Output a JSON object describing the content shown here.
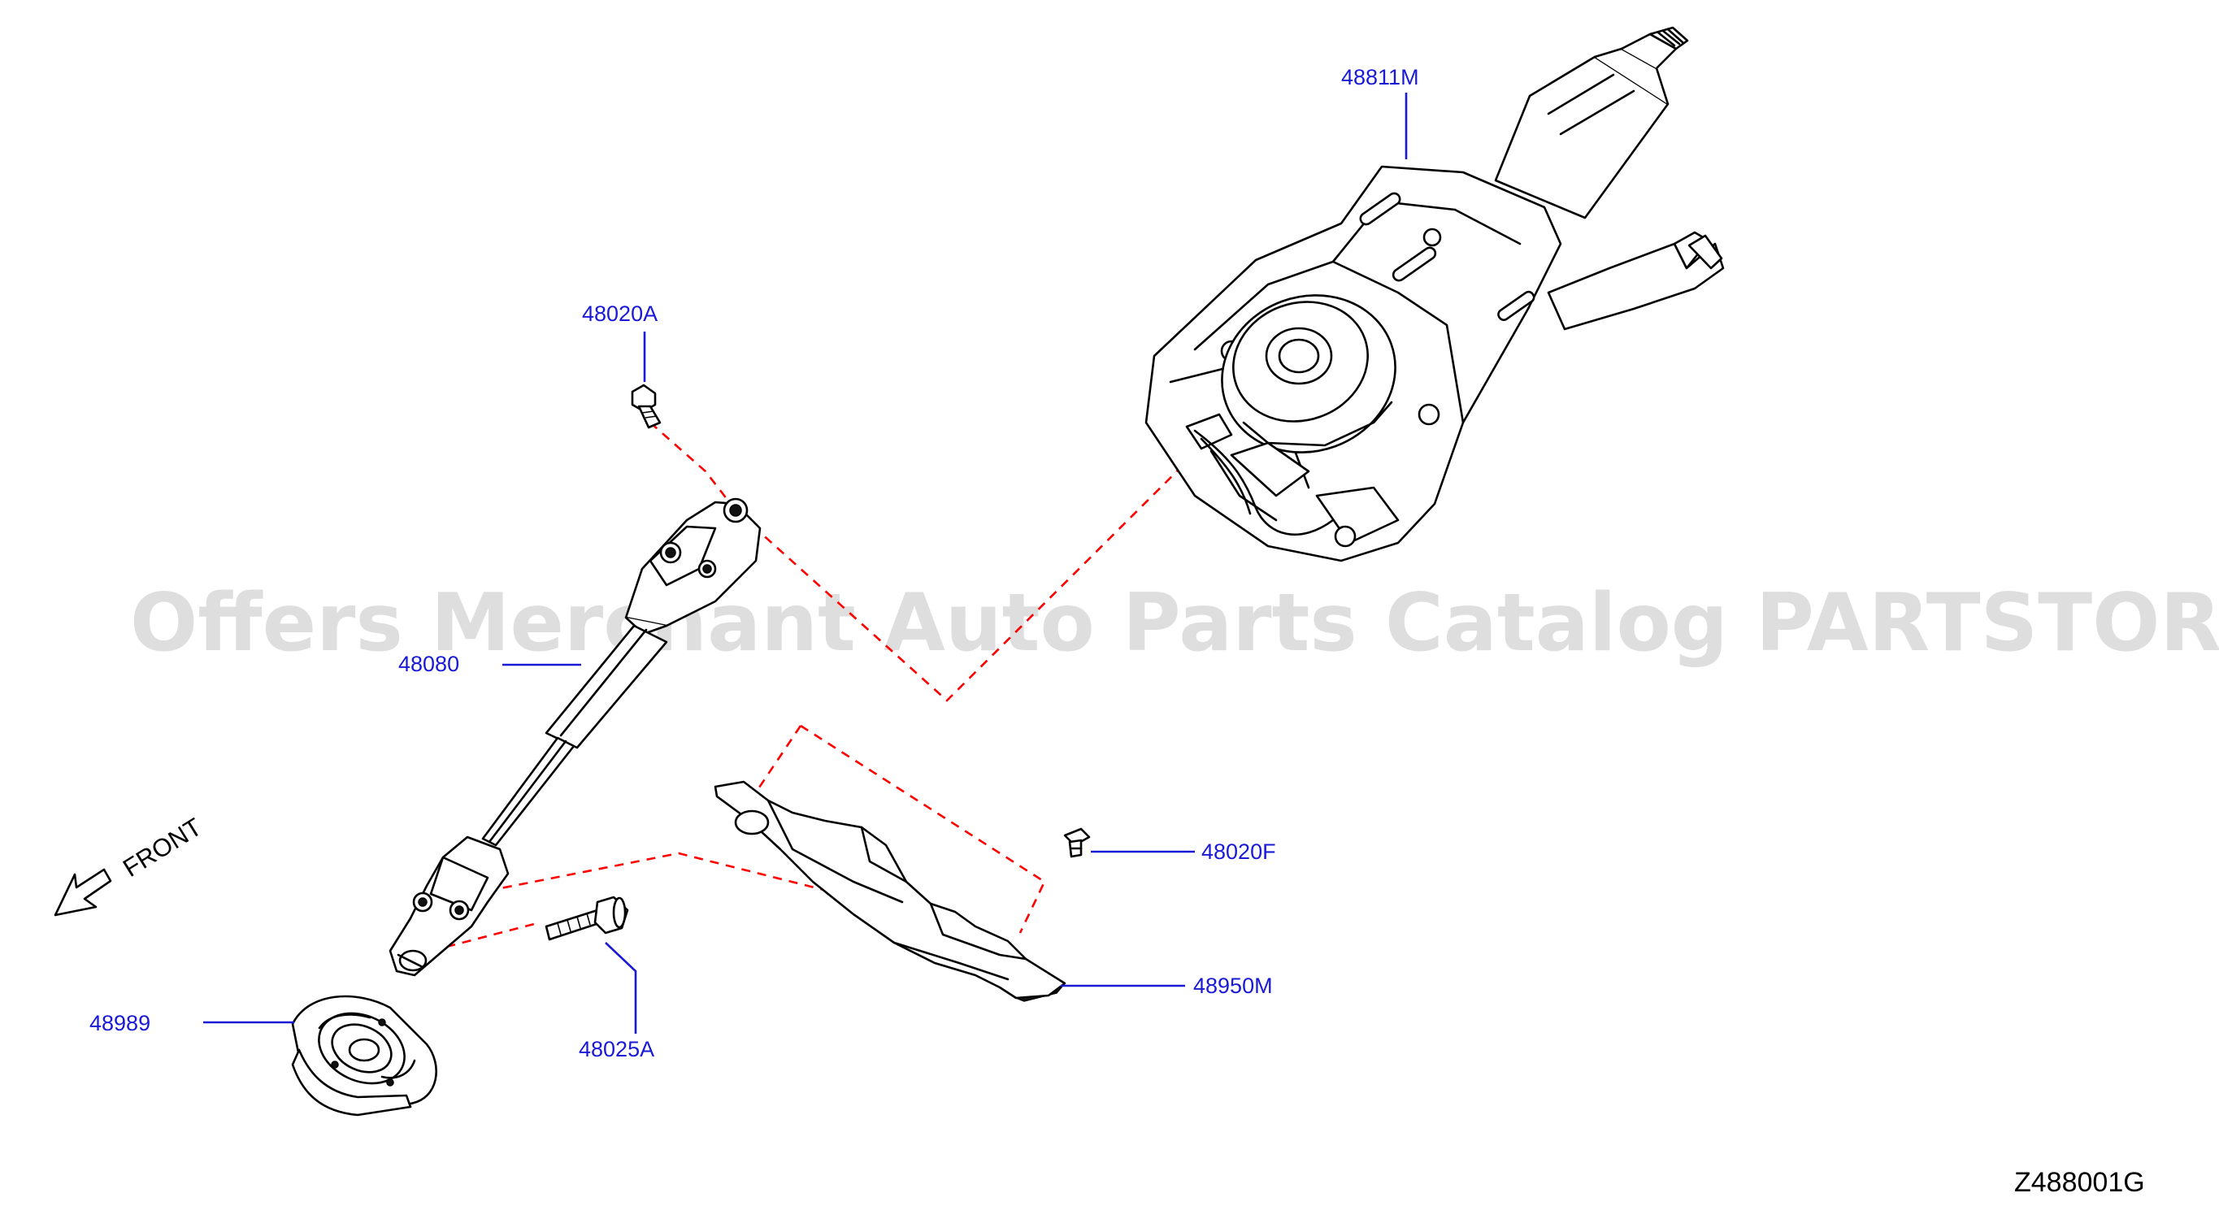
{
  "watermark": "Offers Merchant Auto Parts Catalog PARTSTORE.SA",
  "diagram_code": "Z488001G",
  "front_indicator": "FRONT",
  "parts": {
    "column_assembly": "48811M",
    "bolt_upper": "48020A",
    "intermediate_shaft": "48080",
    "clip": "48020F",
    "cover": "48950M",
    "hole_cover": "48989",
    "bolt_lower": "48025A"
  }
}
